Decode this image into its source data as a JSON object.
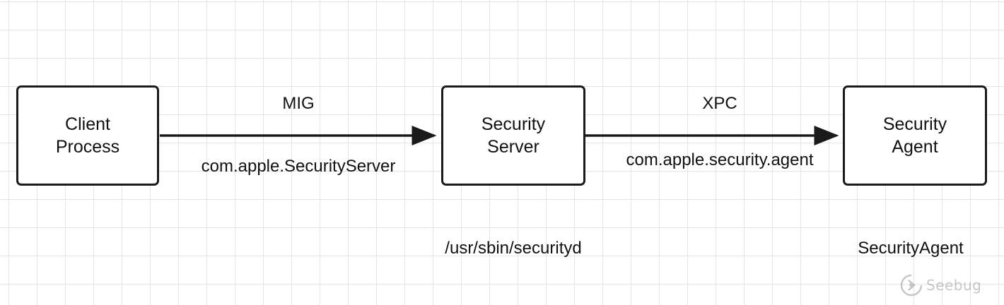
{
  "nodes": {
    "client": {
      "label": "Client\nProcess"
    },
    "server": {
      "label": "Security\nServer"
    },
    "agent": {
      "label": "Security\nAgent"
    }
  },
  "edges": {
    "client_to_server": {
      "top_label": "MIG",
      "bottom_label": "com.apple.SecurityServer"
    },
    "server_to_agent": {
      "top_label": "XPC",
      "bottom_label": "com.apple.security.agent"
    }
  },
  "paths": {
    "server": "/usr/sbin/securityd",
    "agent": "SecurityAgent"
  },
  "watermark": {
    "text": "Seebug",
    "icon": "seebug-logo-icon"
  },
  "colors": {
    "stroke": "#1a1a1a",
    "grid": "#e4e4e4",
    "background": "#ffffff"
  }
}
